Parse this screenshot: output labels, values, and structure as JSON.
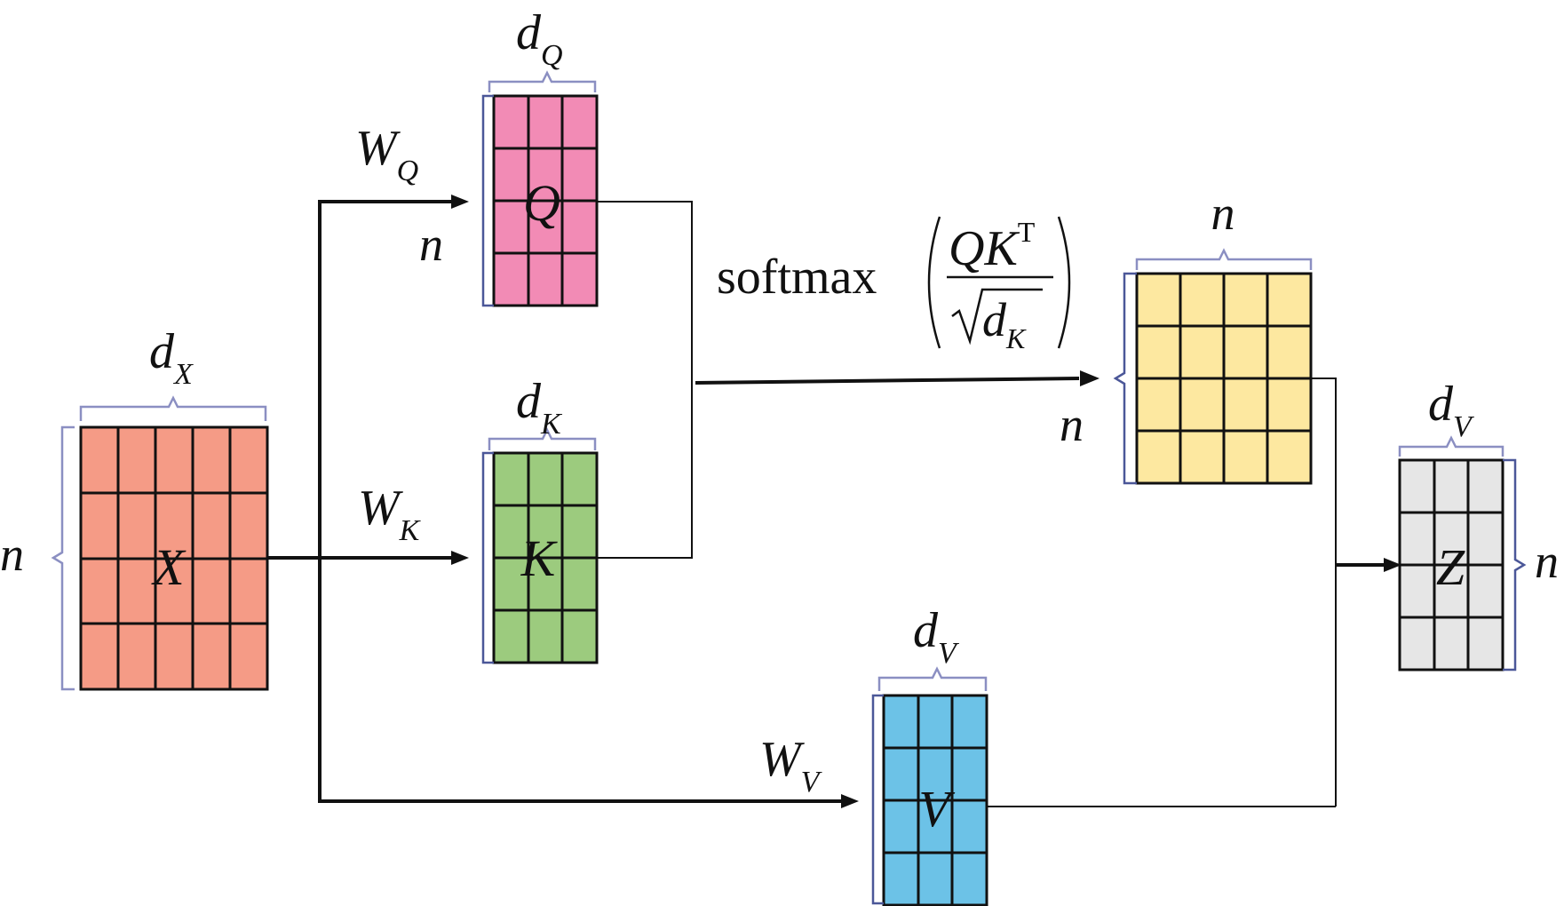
{
  "colors": {
    "x_fill": "#f59b86",
    "q_fill": "#f28bb5",
    "k_fill": "#9ccb7e",
    "v_fill": "#6cc2e7",
    "attention_fill": "#fde8a0",
    "z_fill": "#e6e6e6",
    "line": "#111111"
  },
  "matrices": {
    "x": {
      "name": "X",
      "cols_label": "d",
      "cols_sub": "X",
      "rows_label": "n"
    },
    "q": {
      "name": "Q",
      "cols_label": "d",
      "cols_sub": "Q",
      "rows_label": "n"
    },
    "k": {
      "name": "K",
      "cols_label": "d",
      "cols_sub": "K"
    },
    "v": {
      "name": "V",
      "cols_label": "d",
      "cols_sub": "V"
    },
    "attention": {
      "cols_label": "n",
      "rows_label": "n"
    },
    "z": {
      "name": "Z",
      "cols_label": "d",
      "cols_sub": "V",
      "rows_label": "n"
    }
  },
  "weights": {
    "wq": {
      "main": "W",
      "sub": "Q"
    },
    "wk": {
      "main": "W",
      "sub": "K"
    },
    "wv": {
      "main": "W",
      "sub": "V"
    }
  },
  "formula": {
    "func": "softmax",
    "numerator": "QK",
    "numerator_sup": "T",
    "denominator": "d",
    "denominator_sub": "K"
  }
}
